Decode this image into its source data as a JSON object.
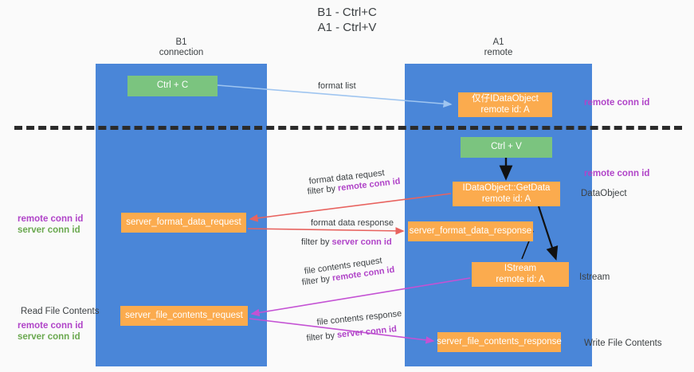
{
  "title": {
    "line1": "B1 - Ctrl+C",
    "line2": "A1 - Ctrl+V"
  },
  "lanes": [
    {
      "id": "b1",
      "name": "B1",
      "role": "connection"
    },
    {
      "id": "a1",
      "name": "A1",
      "role": "remote"
    }
  ],
  "boxes": {
    "ctrl_c": {
      "line1": "Ctrl + C",
      "color": "#7bc47f"
    },
    "idataobject": {
      "line1": "仅仔IDataObject",
      "line2": "remote id: A",
      "color": "#fbab4e"
    },
    "ctrl_v": {
      "line1": "Ctrl + V",
      "color": "#7bc47f"
    },
    "getdata": {
      "line1": "IDataObject::GetData",
      "line2": "remote id: A",
      "color": "#fbab4e"
    },
    "server_format_data_request": {
      "line1": "server_format_data_request",
      "color": "#fbab4e"
    },
    "server_format_data_response": {
      "line1": "server_format_data_response",
      "color": "#fbab4e"
    },
    "istream": {
      "line1": "IStream",
      "line2": "remote id: A",
      "color": "#fbab4e"
    },
    "server_file_contents_request": {
      "line1": "server_file_contents_request",
      "color": "#fbab4e"
    },
    "server_file_contents_response": {
      "line1": "server_file_contents_response",
      "color": "#fbab4e"
    }
  },
  "edges": {
    "format_list": {
      "label": "format list",
      "color": "#9fc5f0"
    },
    "format_data_request": {
      "label": "format data request",
      "filter_prefix": "filter by ",
      "filter_key": "remote conn id",
      "color": "#e8635f"
    },
    "format_data_response": {
      "label": "format data response",
      "filter_prefix": "filter by ",
      "filter_key": "server conn id",
      "color": "#e8635f"
    },
    "file_contents_request": {
      "label": "file contents request",
      "filter_prefix": "filter by ",
      "filter_key": "remote conn id",
      "color": "#c452d4"
    },
    "file_contents_response": {
      "label": "file contents response",
      "filter_prefix": "filter by ",
      "filter_key": "server conn id",
      "color": "#c452d4"
    }
  },
  "annotations": {
    "right": {
      "remote_conn_id_top": "remote conn id",
      "remote_conn_id_mid": "remote conn id",
      "dataobject": "DataObject",
      "istream": "Istream",
      "write_file_contents": "Write File Contents"
    },
    "left": {
      "remote_conn_id_1": "remote conn id",
      "server_conn_id_1": "server conn id",
      "read_file_contents": "Read File Contents",
      "remote_conn_id_2": "remote conn id",
      "server_conn_id_2": "server conn id"
    }
  },
  "colors": {
    "lane": "#4a86d8",
    "green_box": "#7bc47f",
    "orange_box": "#fbab4e",
    "purple_text": "#b044c8",
    "green_text": "#6aa84f",
    "red_arrow": "#e8635f",
    "magenta_arrow": "#c452d4",
    "blue_arrow": "#9fc5f0",
    "divider": "#2b2b2b",
    "background": "#fafafa"
  }
}
